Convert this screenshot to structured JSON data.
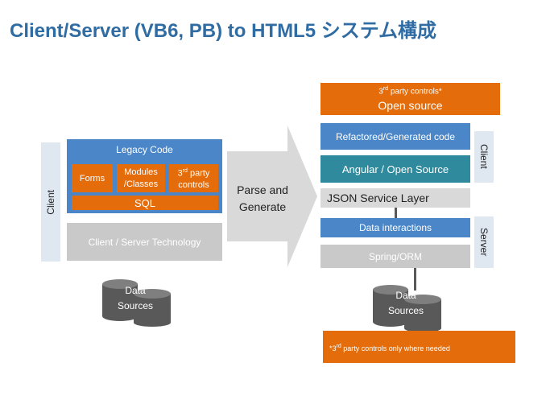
{
  "title": "Client/Server (VB6, PB) to HTML5 システム構成",
  "left": {
    "side_label": "Client",
    "legacy_code": "Legacy Code",
    "forms": "Forms",
    "modules": "Modules\n/Classes",
    "third_party_sup": "rd",
    "third_party_pre": "3",
    "third_party_post": " party\ncontrols",
    "sql": "SQL",
    "cs_tech": "Client / Server Technology",
    "data_sources": "Data\nSources"
  },
  "arrow": {
    "label": "Parse and\nGenerate"
  },
  "right": {
    "open_source_top_pre": "3",
    "open_source_top_sup": "rd",
    "open_source_top_post": " party controls*",
    "open_source_bottom": "Open source",
    "refactored": "Refactored/Generated code",
    "angular": "Angular / Open Source",
    "json_layer": "JSON Service Layer",
    "data_interactions": "Data interactions",
    "spring": "Spring/ORM",
    "client_label": "Client",
    "server_label": "Server",
    "data_sources": "Data\nSources",
    "footnote_pre": "*3",
    "footnote_sup": "rd",
    "footnote_post": " party controls only where needed"
  },
  "colors": {
    "title": "#2f6ca3",
    "blue": "#4a86c8",
    "teal": "#2e8a9c",
    "orange": "#e46c0a",
    "grey": "#c9c9c9",
    "pale": "#dfe7f1"
  }
}
